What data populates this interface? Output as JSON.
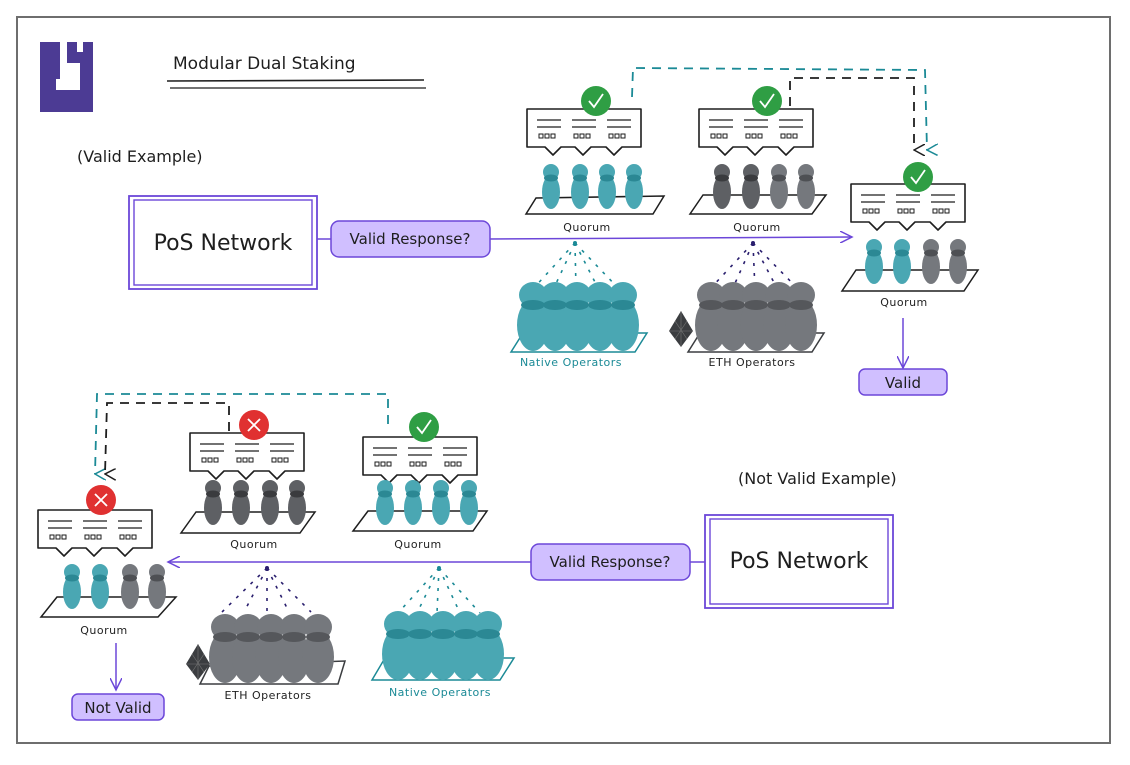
{
  "title": "Modular Dual Staking",
  "colors": {
    "brand": "#4c3b94",
    "accent": "#6c47d9",
    "pill_fill": "#d0bfff",
    "teal": "#4aa7b3",
    "teal_dark": "#1b8a96",
    "gray": "#7a7d82",
    "gray_dark": "#5a5c60",
    "check_green": "#2f9e44",
    "cross_red": "#e03131",
    "frame": "#6e6e6e"
  },
  "valid_example": {
    "heading": "(Valid Example)",
    "network_label": "PoS Network",
    "query_label": "Valid Response?",
    "quorums": [
      {
        "label": "Quorum",
        "kind": "native",
        "verdict": "valid",
        "verdict_icon": "check-icon"
      },
      {
        "label": "Quorum",
        "kind": "eth",
        "verdict": "valid",
        "verdict_icon": "check-icon"
      }
    ],
    "aggregate_quorum": {
      "label": "Quorum",
      "verdict": "valid",
      "verdict_icon": "check-icon"
    },
    "operators": [
      {
        "label": "Native Operators",
        "kind": "native"
      },
      {
        "label": "ETH Operators",
        "kind": "eth",
        "badge_icon": "ethereum-icon"
      }
    ],
    "result_label": "Valid"
  },
  "not_valid_example": {
    "heading": "(Not Valid Example)",
    "network_label": "PoS Network",
    "query_label": "Valid Response?",
    "quorums": [
      {
        "label": "Quorum",
        "kind": "eth",
        "verdict": "invalid",
        "verdict_icon": "cross-icon"
      },
      {
        "label": "Quorum",
        "kind": "native",
        "verdict": "valid",
        "verdict_icon": "check-icon"
      }
    ],
    "aggregate_quorum": {
      "label": "Quorum",
      "verdict": "invalid",
      "verdict_icon": "cross-icon"
    },
    "operators": [
      {
        "label": "ETH Operators",
        "kind": "eth",
        "badge_icon": "ethereum-icon"
      },
      {
        "label": "Native Operators",
        "kind": "native"
      }
    ],
    "result_label": "Not Valid"
  }
}
